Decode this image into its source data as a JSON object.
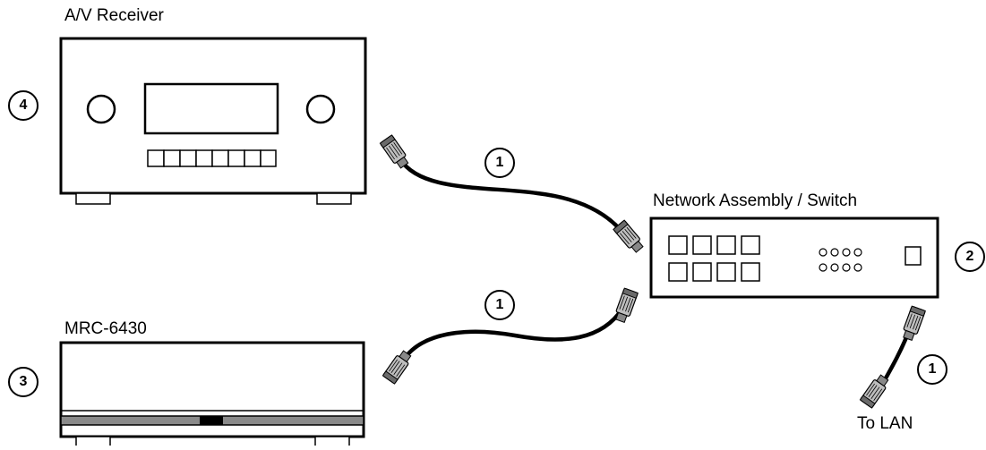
{
  "labels": {
    "receiver": "A/V Receiver",
    "controller": "MRC-6430",
    "switch": "Network Assembly / Switch",
    "lan": "To LAN"
  },
  "callouts": {
    "cable_top": "1",
    "cable_mid": "1",
    "cable_lan": "1",
    "switch": "2",
    "controller": "3",
    "receiver": "4"
  },
  "colors": {
    "line": "#000000",
    "background": "#ffffff",
    "stripe": "#8a8a8a",
    "connector": "#9a9a9a"
  },
  "icons": [
    "rj45-connector-icon",
    "ethernet-cable"
  ]
}
